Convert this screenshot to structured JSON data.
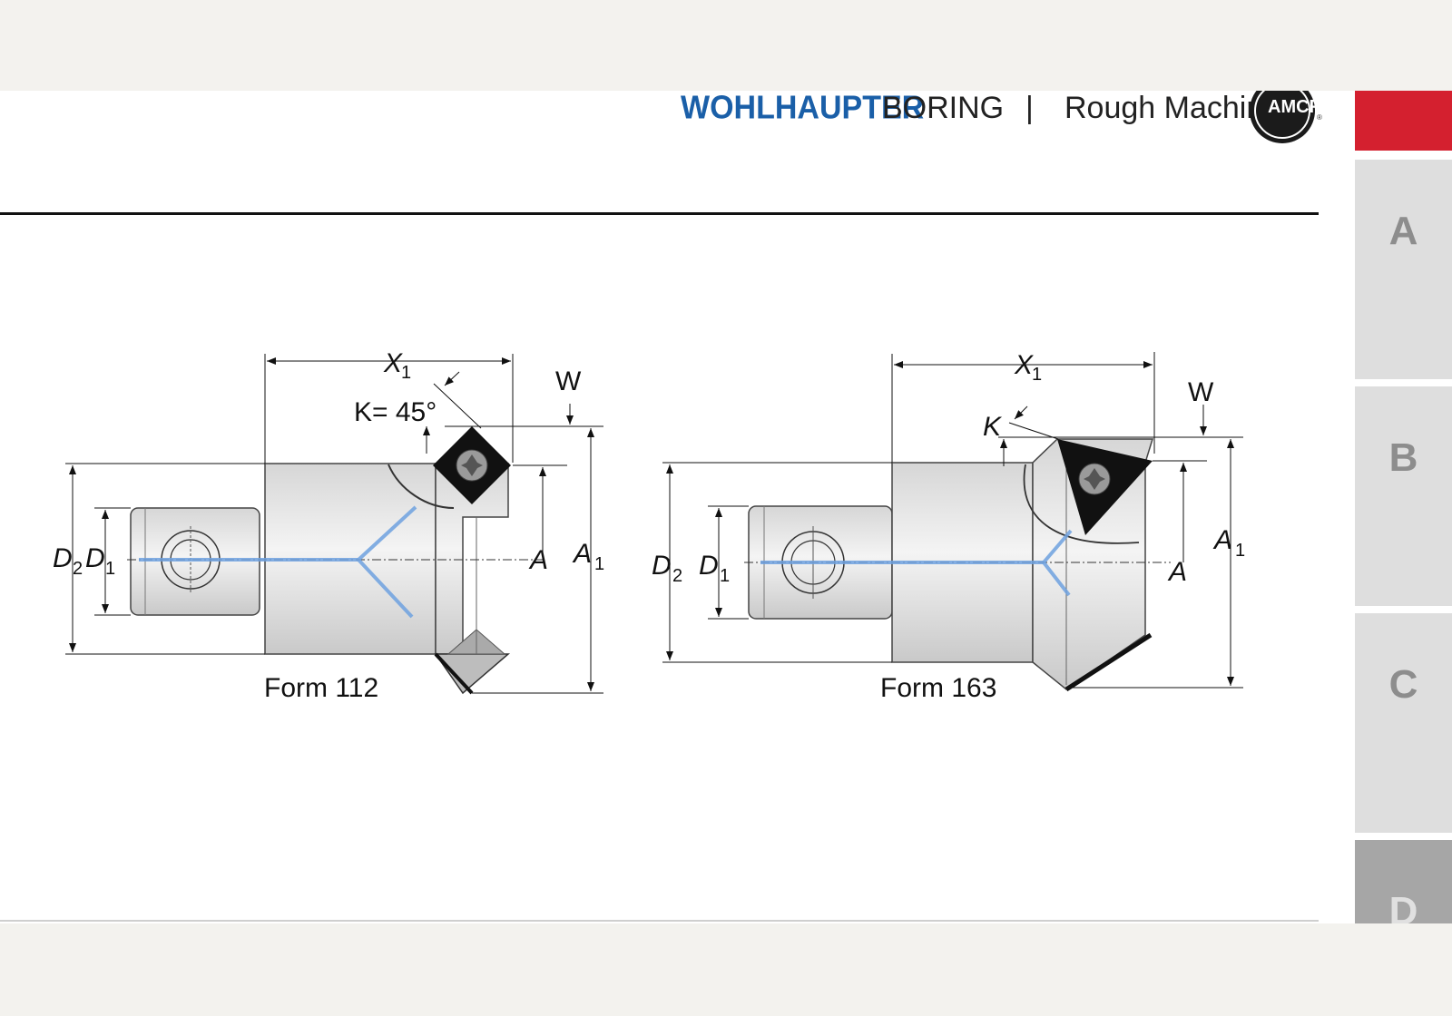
{
  "header": {
    "brand": "WOHLHAUPTER",
    "section": "BORING",
    "separator": "|",
    "subsection": "Rough Machining",
    "logo_text": "AMCF"
  },
  "tabs": [
    {
      "label": ""
    },
    {
      "label": "A"
    },
    {
      "label": "B"
    },
    {
      "label": "C"
    },
    {
      "label": "D"
    }
  ],
  "figures": [
    {
      "caption": "Form 112",
      "x_label": "X",
      "x_sub": "1",
      "w_label": "W",
      "k_label": "K= 45°",
      "d2_label": "D",
      "d2_sub": "2",
      "d1_label": "D",
      "d1_sub": "1",
      "a_label": "A",
      "a1_label": "A",
      "a1_sub": "1"
    },
    {
      "caption": "Form 163",
      "x_label": "X",
      "x_sub": "1",
      "w_label": "W",
      "k_label": "K",
      "d2_label": "D",
      "d2_sub": "2",
      "d1_label": "D",
      "d1_sub": "1",
      "a_label": "A",
      "a1_label": "A",
      "a1_sub": "1"
    }
  ],
  "colors": {
    "brand": "#1a5fa8",
    "accent_red": "#d4202f",
    "tab_gray": "#dedede",
    "tab_dark": "#a6a6a6",
    "axis_blue": "#6fa2e0"
  }
}
